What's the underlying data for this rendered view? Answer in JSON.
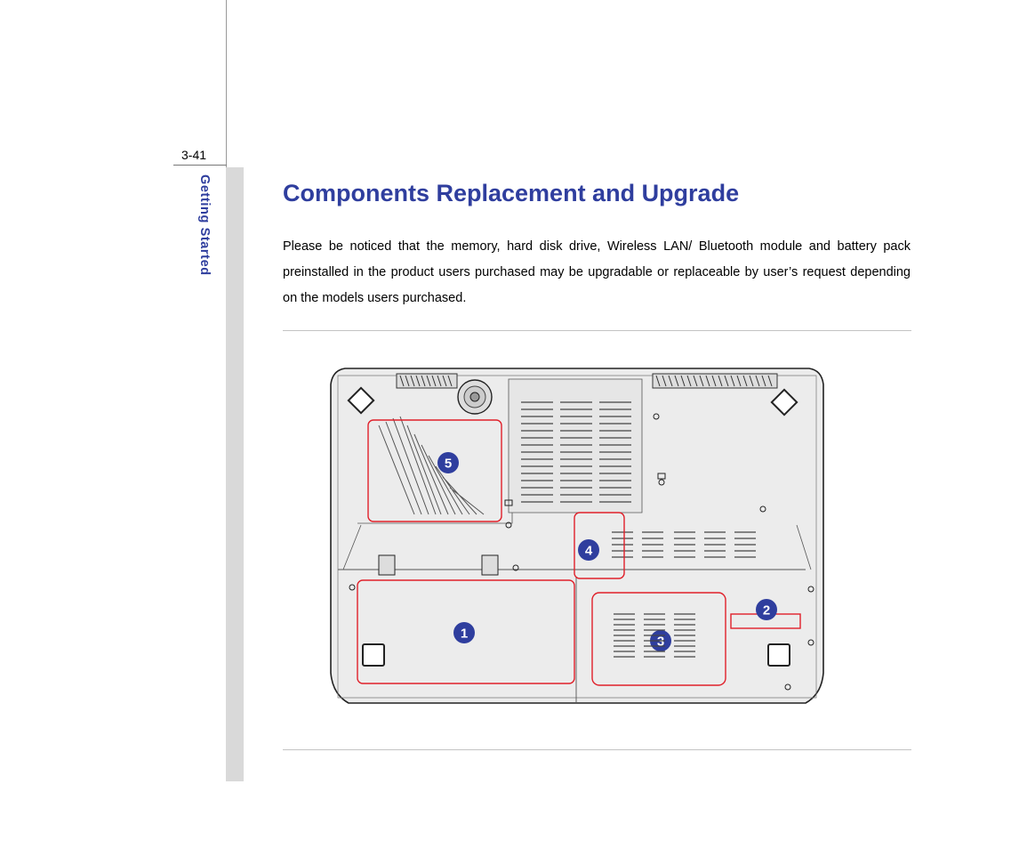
{
  "page": {
    "number": "3-41",
    "section": "Getting Started",
    "title": "Components Replacement and Upgrade",
    "body": "Please be noticed that the memory, hard disk drive, Wireless LAN/ Bluetooth module and battery pack preinstalled in the product users purchased may be upgradable or replaceable by user’s request depending on the models users purchased."
  },
  "figure": {
    "callouts": [
      "1",
      "2",
      "3",
      "4",
      "5"
    ],
    "colors": {
      "callout_fill": "#2f3e9e",
      "highlight_stroke": "#e0202a",
      "device_fill": "#ececec"
    }
  },
  "colors": {
    "accent": "#2f3e9e",
    "side_strip": "#d9d9d9"
  }
}
